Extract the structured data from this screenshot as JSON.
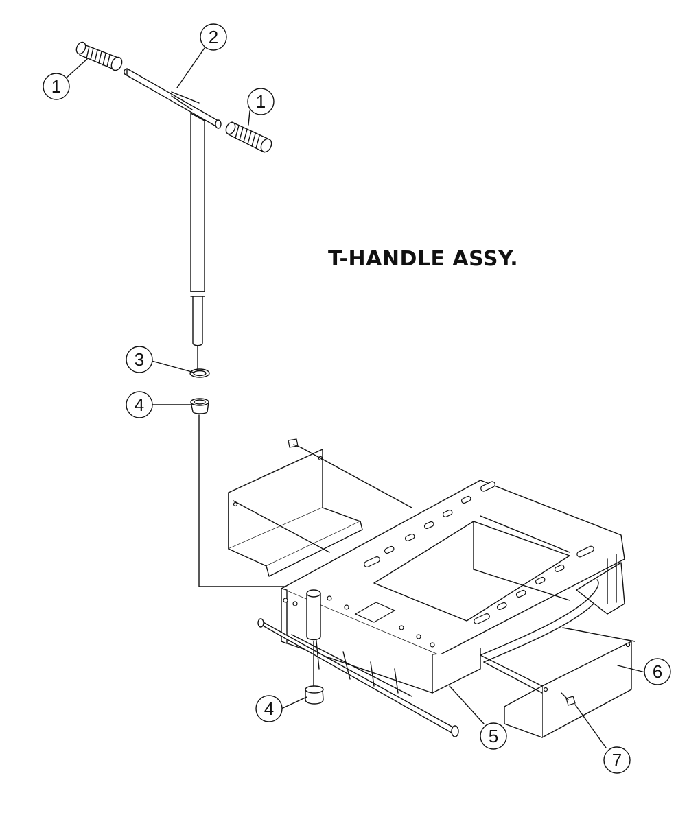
{
  "title": "T-HANDLE ASSY.",
  "callouts": [
    {
      "id": "callout-1-left",
      "label": "1"
    },
    {
      "id": "callout-2",
      "label": "2"
    },
    {
      "id": "callout-1-right",
      "label": "1"
    },
    {
      "id": "callout-3",
      "label": "3"
    },
    {
      "id": "callout-4-upper",
      "label": "4"
    },
    {
      "id": "callout-4-lower",
      "label": "4"
    },
    {
      "id": "callout-5",
      "label": "5"
    },
    {
      "id": "callout-6",
      "label": "6"
    },
    {
      "id": "callout-7",
      "label": "7"
    }
  ]
}
